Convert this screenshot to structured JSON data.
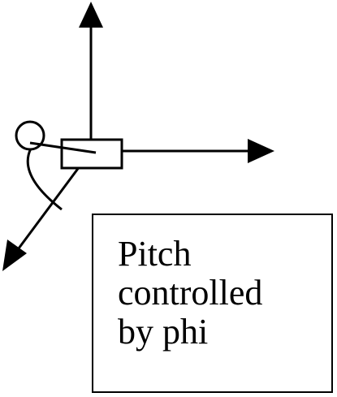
{
  "caption": {
    "lines": [
      "Pitch",
      "controlled",
      "by phi"
    ]
  },
  "colors": {
    "stroke": "#000000",
    "background": "#ffffff"
  }
}
